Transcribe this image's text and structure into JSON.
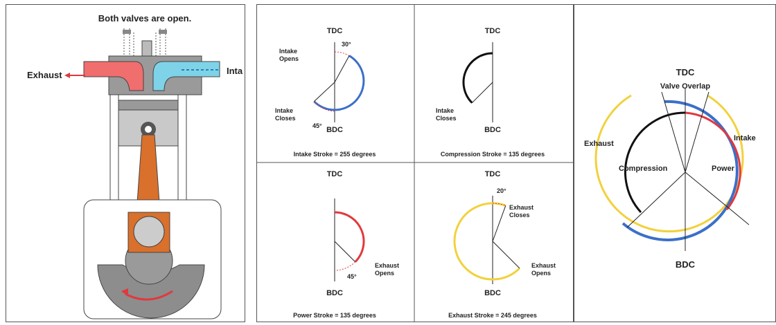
{
  "engine": {
    "caption": "Both valves are open.",
    "left_port": "Exhaust",
    "right_port": "Inta"
  },
  "strokes": {
    "tdc": "TDC",
    "bdc": "BDC",
    "intake": {
      "caption": "Intake Stroke = 255 degrees",
      "opens_a": "Intake",
      "opens_b": "Opens",
      "closes_a": "Intake",
      "closes_b": "Closes",
      "angle_top": "30°",
      "angle_bottom": "45°"
    },
    "compression": {
      "caption": "Compression Stroke = 135 degrees",
      "closes_a": "Intake",
      "closes_b": "Closes"
    },
    "power": {
      "caption": "Power Stroke = 135 degrees",
      "opens_a": "Exhaust",
      "opens_b": "Opens",
      "angle_bottom": "45°"
    },
    "exhaust": {
      "caption": "Exhaust Stroke = 245 degrees",
      "closes_a": "Exhaust",
      "closes_b": "Closes",
      "opens_a": "Exhaust",
      "opens_b": "Opens",
      "angle_top": "20°"
    }
  },
  "summary": {
    "tdc": "TDC",
    "bdc": "BDC",
    "overlap": "Valve Overlap",
    "exhaust": "Exhaust",
    "intake": "Intake",
    "compression": "Compression",
    "power": "Power"
  },
  "colors": {
    "intake": "#3b6fc9",
    "compression": "#111111",
    "power": "#e0393e",
    "exhaust": "#f2d13c",
    "exhaust_port": "#f06e6e",
    "intake_port": "#7ed3e8",
    "rod": "#d9702c"
  }
}
